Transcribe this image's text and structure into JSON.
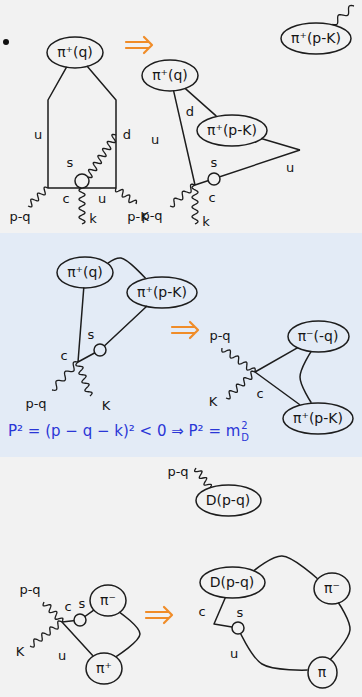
{
  "diagram": {
    "nodes": [
      {
        "text": [
          "π⁺(q)"
        ]
      },
      {
        "text": [
          "π⁺(q)"
        ]
      },
      {
        "text": [
          "π⁺(p-K)"
        ]
      },
      {
        "text": [
          "π⁺(p-K)"
        ]
      },
      {
        "text": [
          "π⁺(q)"
        ]
      },
      {
        "text": [
          "π⁺(p-K)"
        ]
      },
      {
        "text": [
          "π⁻(-q)"
        ]
      },
      {
        "text": [
          "π⁺(p-K)"
        ]
      },
      {
        "text": [
          "D(p-q)"
        ]
      },
      {
        "text": [
          "π⁻"
        ]
      },
      {
        "text": [
          "π⁺"
        ]
      },
      {
        "text": [
          "D(p-q)"
        ]
      },
      {
        "text": [
          "π⁻"
        ]
      },
      {
        "text": [
          "π"
        ]
      }
    ],
    "edges": [
      {
        "from": 1,
        "to": 2,
        "arrow": "none"
      },
      {
        "from": 4,
        "to": 5,
        "arrow": "none"
      },
      {
        "from": 6,
        "to": 7,
        "arrow": "none"
      },
      {
        "from": 9,
        "to": 10,
        "arrow": "none"
      },
      {
        "from": 11,
        "to": 12,
        "arrow": "none"
      },
      {
        "from": 12,
        "to": 13,
        "arrow": "none"
      }
    ],
    "labels": [
      "u",
      "d",
      "s",
      "c",
      "u",
      "p-q",
      "k",
      "p-K",
      "u",
      "d",
      "s",
      "c",
      "u",
      "p-q",
      "k",
      "s",
      "c",
      "p-q",
      "K",
      "p-q",
      "K",
      "c",
      "P² = (p − q − k)² < 0 ⇒ P² = m",
      "2",
      "D",
      "p-q",
      "p-q",
      "c",
      "s",
      "K",
      "u",
      "c",
      "s",
      "u"
    ]
  }
}
